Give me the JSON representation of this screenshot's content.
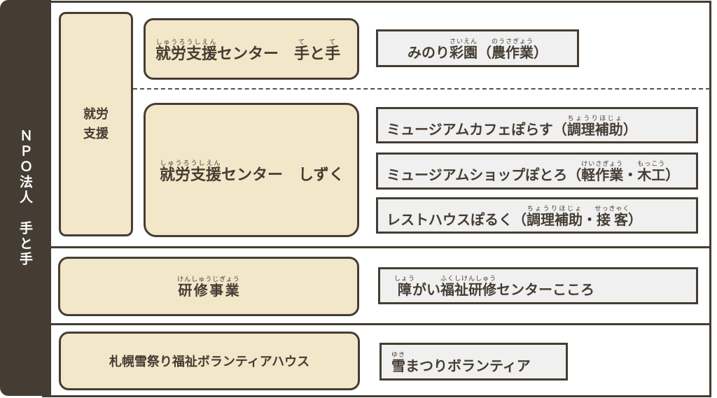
{
  "organization": {
    "label": "ＮＰＯ法人　手と手"
  },
  "colors": {
    "dark": "#453d33",
    "beige": "#f3e7ca",
    "grey_box": "#f0f0f0",
    "background": "#ffffff"
  },
  "sections": {
    "employment_support": {
      "label": "就労\n支援",
      "centers": [
        {
          "name_ruby": [
            {
              "base": "就労支援",
              "rt": "しゅうろうしえん"
            },
            {
              "base": "センター　",
              "rt": ""
            },
            {
              "base": "手",
              "rt": "て"
            },
            {
              "base": "と",
              "rt": ""
            },
            {
              "base": "手",
              "rt": "て"
            }
          ],
          "facilities": [
            {
              "ruby": [
                {
                  "base": "みのり",
                  "rt": ""
                },
                {
                  "base": "彩園",
                  "rt": "さいえん"
                },
                {
                  "base": "（",
                  "rt": ""
                },
                {
                  "base": "農作業",
                  "rt": "のうさぎょう"
                },
                {
                  "base": "）",
                  "rt": ""
                }
              ]
            }
          ]
        },
        {
          "name_ruby": [
            {
              "base": "就労支援",
              "rt": "しゅうろうしえん"
            },
            {
              "base": "センター　しずく",
              "rt": ""
            }
          ],
          "facilities": [
            {
              "ruby": [
                {
                  "base": "ミュージアムカフェぽらす（",
                  "rt": ""
                },
                {
                  "base": "調理補助",
                  "rt": "ちょうりほじょ"
                },
                {
                  "base": "）",
                  "rt": ""
                }
              ]
            },
            {
              "ruby": [
                {
                  "base": "ミュージアムショップぽとろ（",
                  "rt": ""
                },
                {
                  "base": "軽作業",
                  "rt": "けいさぎょう"
                },
                {
                  "base": "・",
                  "rt": ""
                },
                {
                  "base": "木工",
                  "rt": "もっこう"
                },
                {
                  "base": "）",
                  "rt": ""
                }
              ]
            },
            {
              "ruby": [
                {
                  "base": "レストハウスぽるく（",
                  "rt": ""
                },
                {
                  "base": "調理補助",
                  "rt": "ちょうりほじょ"
                },
                {
                  "base": "・",
                  "rt": ""
                },
                {
                  "base": "接客",
                  "rt": "せっきゃく"
                },
                {
                  "base": "）",
                  "rt": ""
                }
              ]
            }
          ]
        }
      ]
    },
    "training": {
      "name_ruby": [
        {
          "base": "研修事業",
          "rt": "けんしゅうじぎょう"
        }
      ],
      "facility_ruby": [
        {
          "base": "障",
          "rt": "しょう"
        },
        {
          "base": "がい",
          "rt": ""
        },
        {
          "base": "福祉研修",
          "rt": "ふくしけんしゅう"
        },
        {
          "base": "センターこころ",
          "rt": ""
        }
      ]
    },
    "volunteer": {
      "name": "札幌雪祭り福祉ボランティアハウス",
      "facility_ruby": [
        {
          "base": "雪",
          "rt": "ゆき"
        },
        {
          "base": "まつりボランティア",
          "rt": ""
        }
      ]
    }
  }
}
